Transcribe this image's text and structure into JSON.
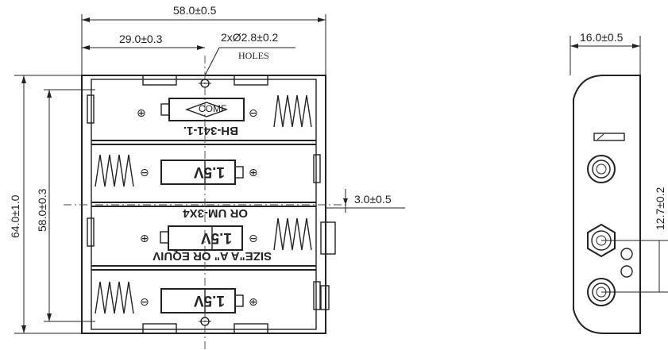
{
  "front_view": {
    "dimensions": {
      "overall_width": "58.0±0.5",
      "half_width": "29.0±0.3",
      "holes": "2xØ2.8±0.2",
      "holes_caption": "HOLES",
      "overall_height": "64.0±1.0",
      "inner_height": "58.0±0.3",
      "terminal_offset": "3.0±0.5"
    },
    "cells": [
      {
        "voltage": "",
        "orientation": "rotated"
      },
      {
        "voltage": "1.5V",
        "orientation": "rotated"
      },
      {
        "voltage": "1.5V",
        "orientation": "rotated"
      },
      {
        "voltage": "1.5V",
        "orientation": "rotated"
      }
    ],
    "marks": {
      "part_number": "BH-341-1.",
      "size_text": "SIZE\"A A\" OR EQUIV",
      "or_text": "OR UM-3X4",
      "logo_text": "COMF"
    },
    "symbols": {
      "plus": "⊕",
      "minus": "⊖"
    }
  },
  "side_view": {
    "dimensions": {
      "depth": "16.0±0.5",
      "terminal_spacing": "12.7±0.2"
    }
  }
}
